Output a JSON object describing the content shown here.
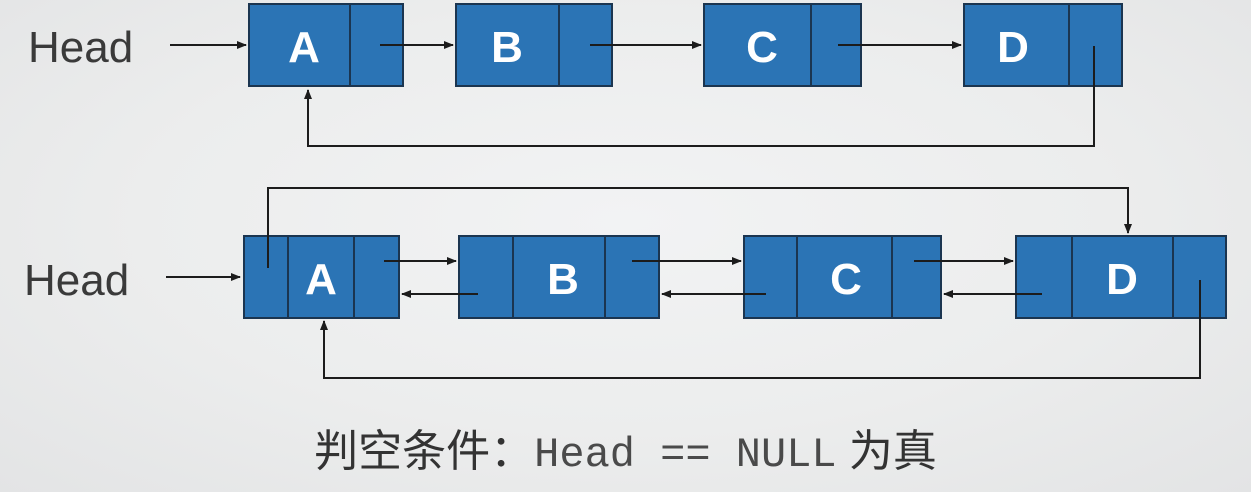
{
  "diagram": {
    "singly_circular": {
      "head_label": "Head",
      "nodes": [
        {
          "letter": "A"
        },
        {
          "letter": "B"
        },
        {
          "letter": "C"
        },
        {
          "letter": "D"
        }
      ]
    },
    "doubly_circular": {
      "head_label": "Head",
      "nodes": [
        {
          "letter": "A"
        },
        {
          "letter": "B"
        },
        {
          "letter": "C"
        },
        {
          "letter": "D"
        }
      ]
    }
  },
  "caption": {
    "condition_label": "判空条件：",
    "expression": "Head == NULL",
    "result": "为真"
  },
  "colors": {
    "node_fill": "#2b74b5",
    "node_border": "#1b3550",
    "arrow": "#1c1c1c",
    "background": "#eceded"
  }
}
